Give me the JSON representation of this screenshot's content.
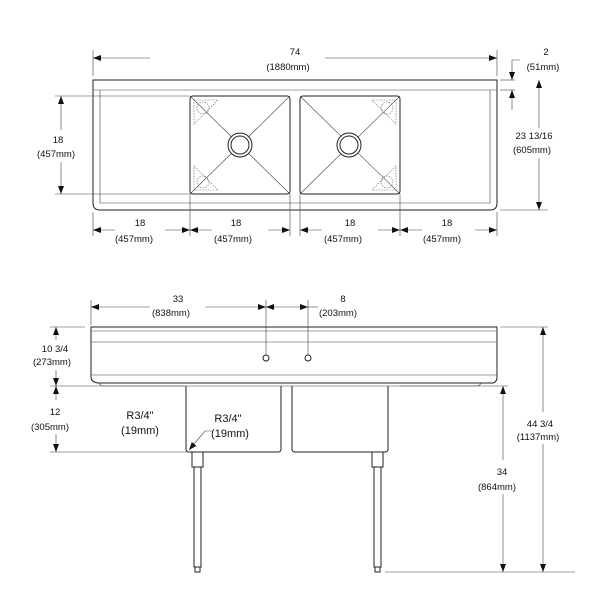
{
  "top_view": {
    "overall_length": {
      "in": "74",
      "mm": "(1880mm)"
    },
    "backsplash_height": {
      "in": "2",
      "mm": "(51mm)"
    },
    "bowl_depth": {
      "in": "18",
      "mm": "(457mm)"
    },
    "overall_depth": {
      "in": "23 13/16",
      "mm": "(605mm)"
    },
    "sections": [
      {
        "in": "18",
        "mm": "(457mm)"
      },
      {
        "in": "18",
        "mm": "(457mm)"
      },
      {
        "in": "18",
        "mm": "(457mm)"
      },
      {
        "in": "18",
        "mm": "(457mm)"
      }
    ]
  },
  "front_view": {
    "faucet_offset": {
      "in": "33",
      "mm": "(838mm)"
    },
    "faucet_spacing": {
      "in": "8",
      "mm": "(203mm)"
    },
    "top_height": {
      "in": "10 3/4",
      "mm": "(273mm)"
    },
    "bowl_height": {
      "in": "12",
      "mm": "(305mm)"
    },
    "radius_left": {
      "in": "R3/4\"",
      "mm": "(19mm)"
    },
    "radius_right": {
      "in": "R3/4\"",
      "mm": "(19mm)"
    },
    "working_height": {
      "in": "34",
      "mm": "(864mm)"
    },
    "overall_height": {
      "in": "44 3/4",
      "mm": "(1137mm)"
    }
  }
}
